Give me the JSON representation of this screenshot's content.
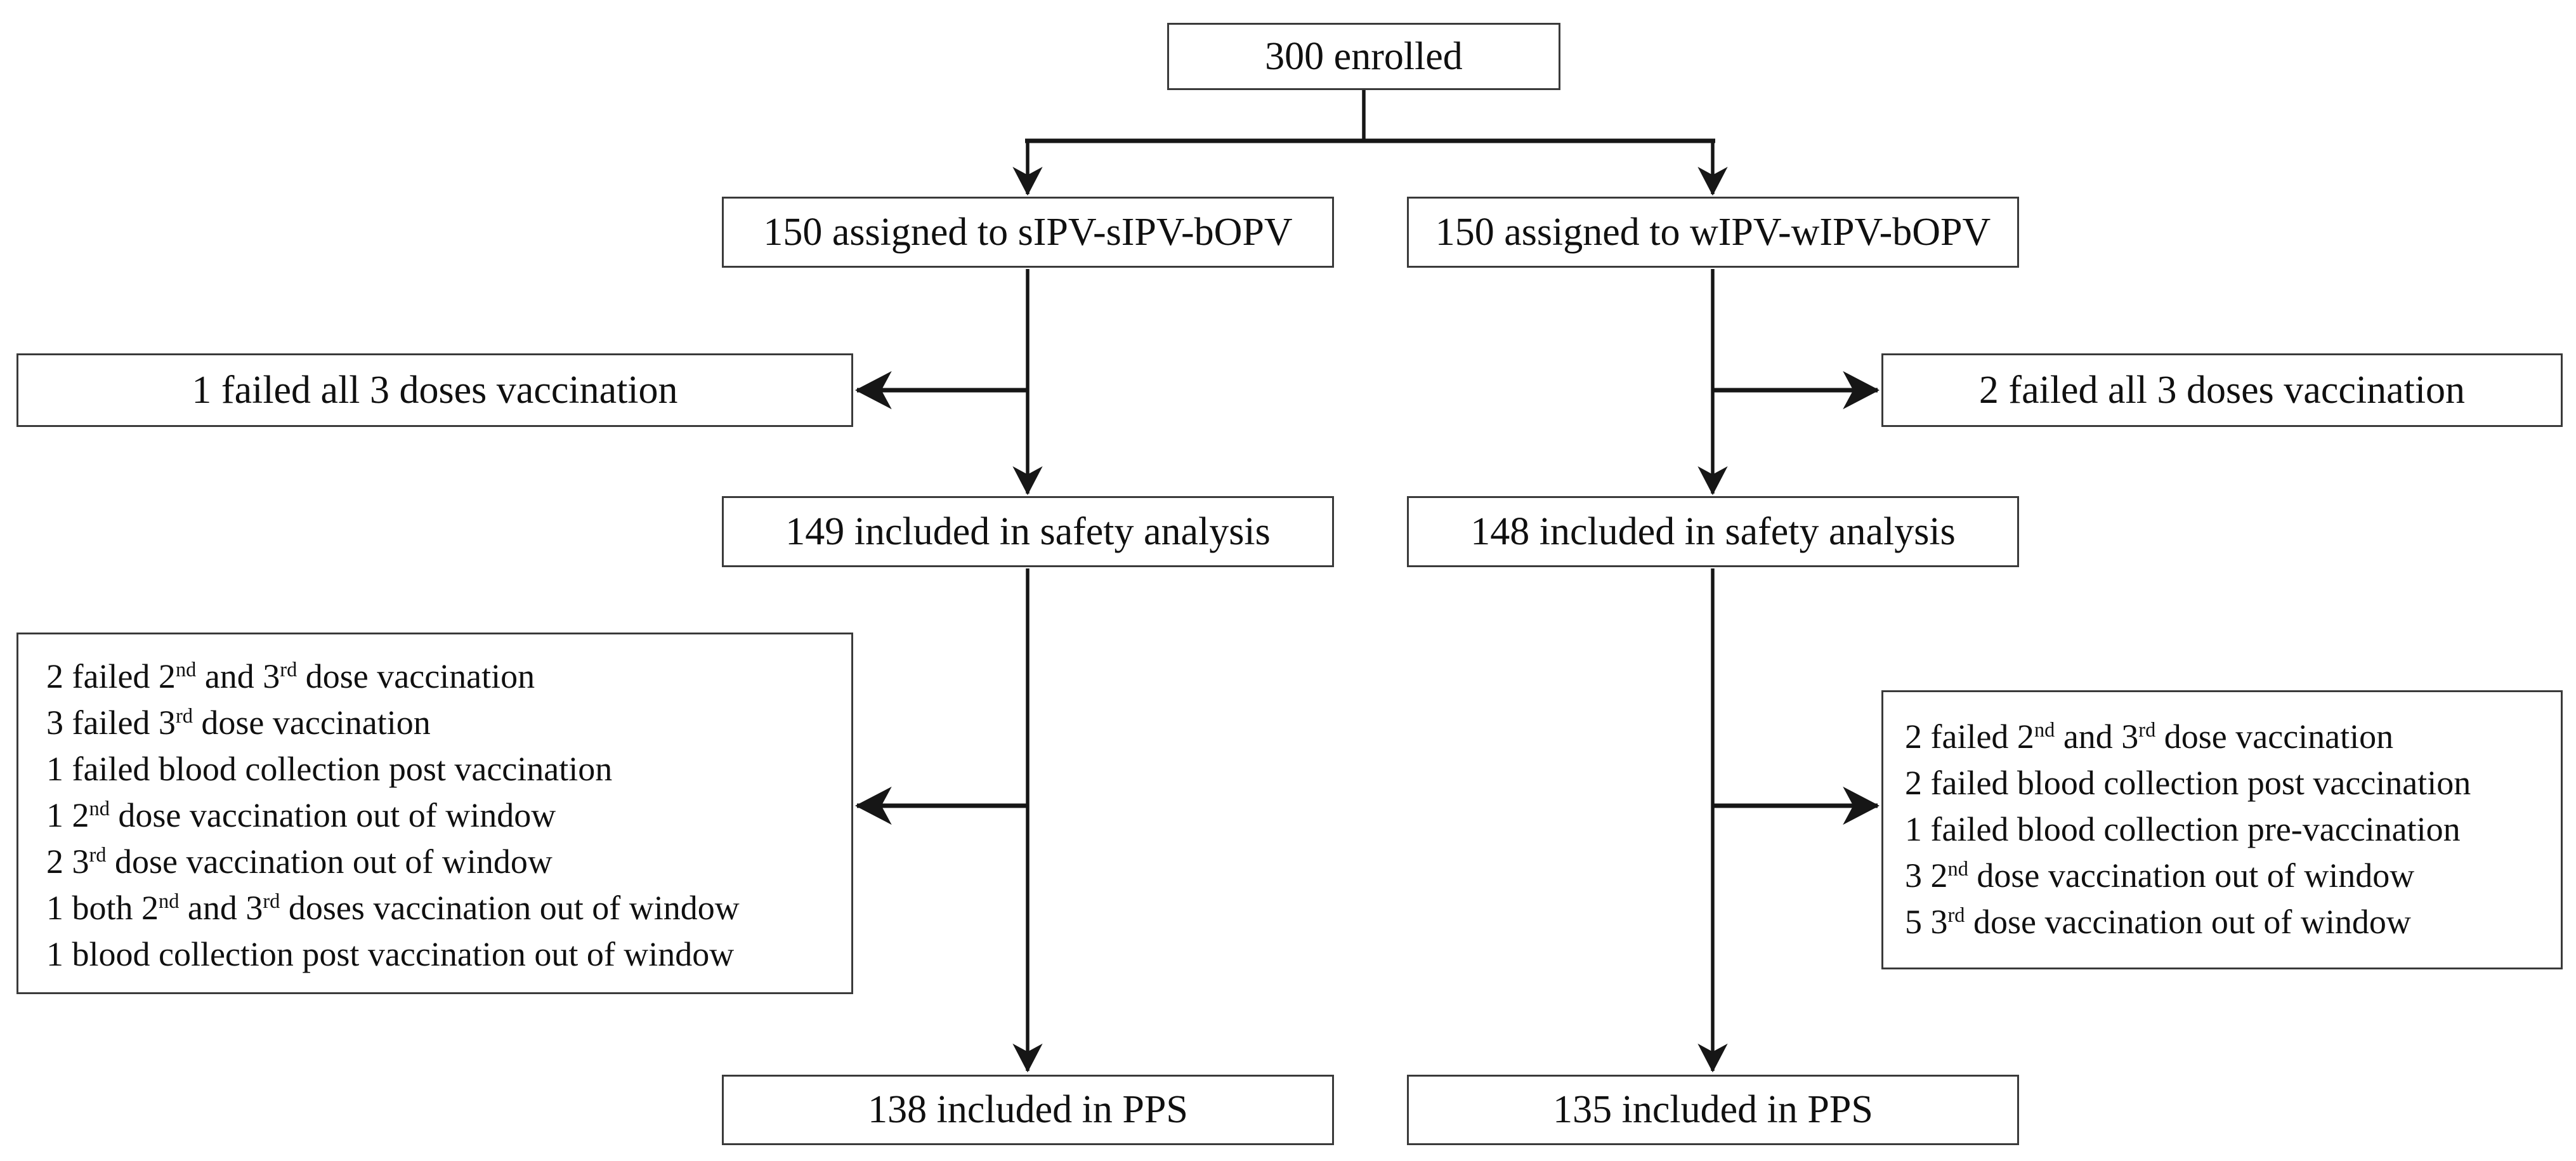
{
  "flowchart": {
    "nodes": {
      "enrolled": {
        "label": "300 enrolled"
      },
      "assigned_sipv": {
        "label": "150 assigned to sIPV-sIPV-bOPV"
      },
      "assigned_wipv": {
        "label": "150 assigned to wIPV-wIPV-bOPV"
      },
      "excluded_all_doses_sipv": {
        "label": "1 failed all 3 doses vaccination"
      },
      "excluded_all_doses_wipv": {
        "label": "2 failed all 3 doses vaccination"
      },
      "safety_sipv": {
        "label": "149 included in safety analysis"
      },
      "safety_wipv": {
        "label": "148 included in safety analysis"
      },
      "pps_exclusions_sipv": {
        "lines": [
          [
            "2 failed 2",
            {
              "sup": "nd"
            },
            " and 3",
            {
              "sup": "rd"
            },
            " dose vaccination"
          ],
          [
            "3 failed 3",
            {
              "sup": "rd"
            },
            " dose vaccination"
          ],
          [
            "1 failed blood collection post vaccination"
          ],
          [
            "1 2",
            {
              "sup": "nd"
            },
            " dose vaccination out of window"
          ],
          [
            "2 3",
            {
              "sup": "rd"
            },
            " dose vaccination out of window"
          ],
          [
            "1 both 2",
            {
              "sup": "nd"
            },
            " and 3",
            {
              "sup": "rd"
            },
            " doses vaccination out of window"
          ],
          [
            "1 blood collection post vaccination out of window"
          ]
        ]
      },
      "pps_exclusions_wipv": {
        "lines": [
          [
            "2 failed 2",
            {
              "sup": "nd"
            },
            " and 3",
            {
              "sup": "rd"
            },
            " dose vaccination"
          ],
          [
            "2 failed blood collection post vaccination"
          ],
          [
            "1 failed blood collection pre-vaccination"
          ],
          [
            "3 2",
            {
              "sup": "nd"
            },
            " dose vaccination out of window"
          ],
          [
            "5 3",
            {
              "sup": "rd"
            },
            " dose vaccination out of window"
          ]
        ]
      },
      "pps_sipv": {
        "label": "138 included in PPS"
      },
      "pps_wipv": {
        "label": "135 included in PPS"
      }
    },
    "edges": [
      {
        "from": "enrolled",
        "to": "assigned_sipv"
      },
      {
        "from": "enrolled",
        "to": "assigned_wipv"
      },
      {
        "from": "assigned_sipv",
        "to": "excluded_all_doses_sipv"
      },
      {
        "from": "assigned_sipv",
        "to": "safety_sipv"
      },
      {
        "from": "assigned_wipv",
        "to": "excluded_all_doses_wipv"
      },
      {
        "from": "assigned_wipv",
        "to": "safety_wipv"
      },
      {
        "from": "safety_sipv",
        "to": "pps_exclusions_sipv"
      },
      {
        "from": "safety_sipv",
        "to": "pps_sipv"
      },
      {
        "from": "safety_wipv",
        "to": "pps_exclusions_wipv"
      },
      {
        "from": "safety_wipv",
        "to": "pps_wipv"
      }
    ],
    "colors": {
      "line": "#161616",
      "border": "#3a3a3a",
      "background": "#ffffff",
      "text": "#101010"
    }
  }
}
